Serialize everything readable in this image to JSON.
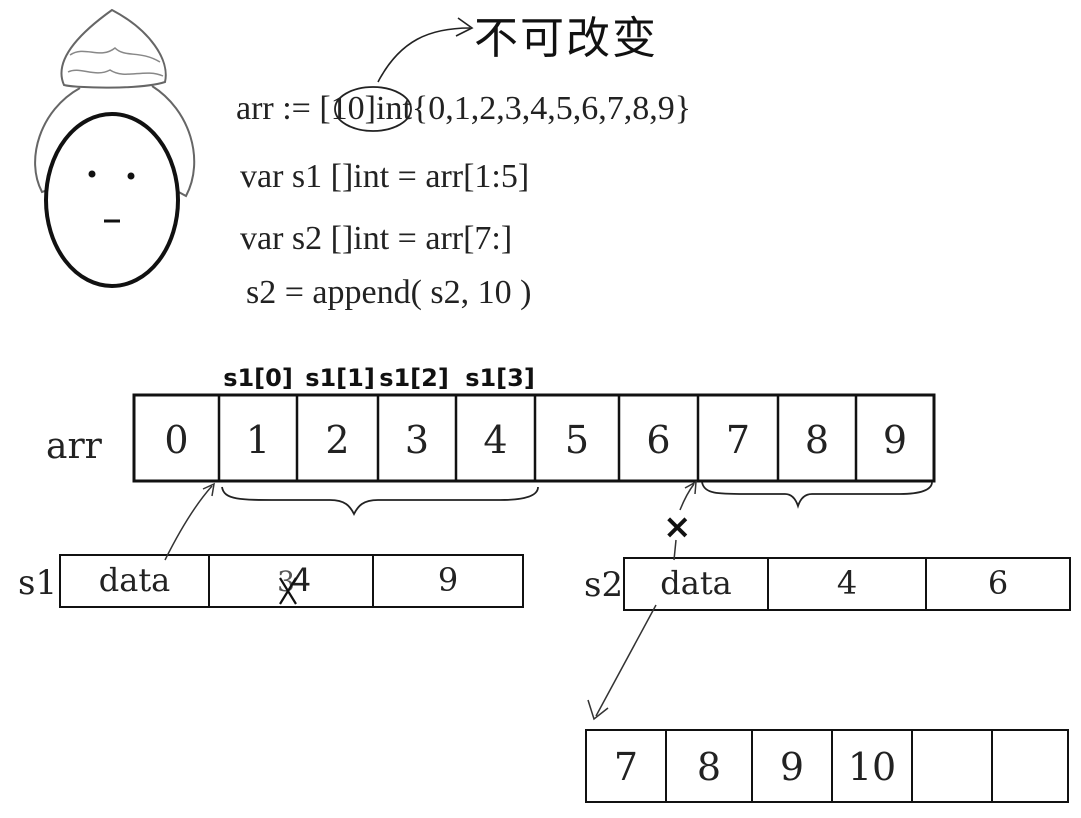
{
  "title": "不可改变",
  "code": [
    "arr := [10]int{0,1,2,3,4,5,6,7,8,9}",
    "var s1 []int = arr[1:5]",
    "var s2 []int = arr[7:]",
    "s2 = append( s2, 10 )"
  ],
  "arr": {
    "label": "arr",
    "cells": [
      "0",
      "1",
      "2",
      "3",
      "4",
      "5",
      "6",
      "7",
      "8",
      "9"
    ],
    "index_labels": [
      "s1[0]",
      "s1[1]",
      "s1[2]",
      "s1[3]"
    ]
  },
  "s1": {
    "label": "s1",
    "fields": [
      "data",
      "4",
      "9"
    ],
    "crossed_value": "3"
  },
  "s2": {
    "label": "s2",
    "fields": [
      "data",
      "4",
      "6"
    ],
    "cross_mark": "×"
  },
  "new_array": {
    "cells": [
      "7",
      "8",
      "9",
      "10",
      "",
      ""
    ]
  }
}
